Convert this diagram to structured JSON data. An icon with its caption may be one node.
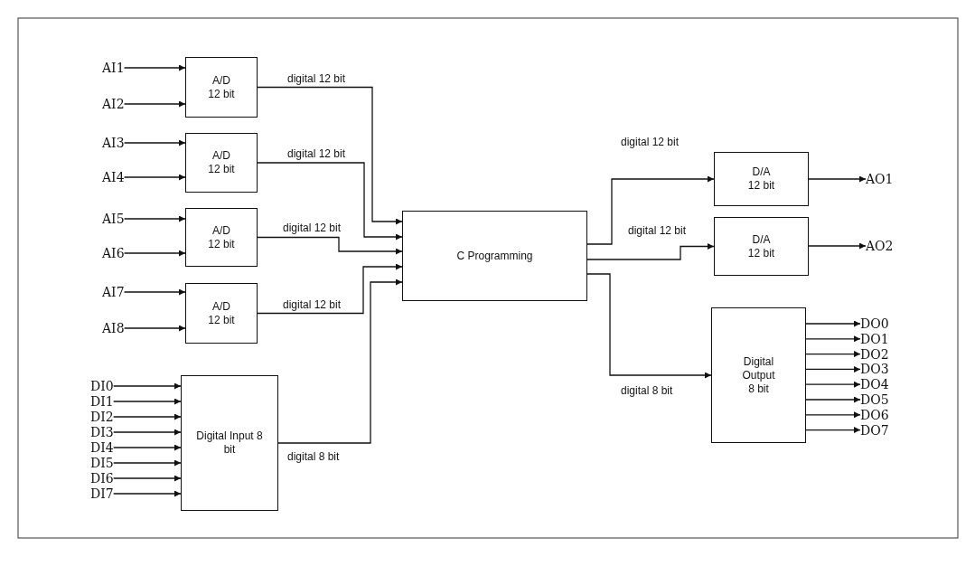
{
  "diagram": {
    "nodes": [
      {
        "text": [
          "AI1"
        ]
      },
      {
        "text": [
          "AI2"
        ]
      },
      {
        "text": [
          "A/D 12 bit"
        ]
      },
      {
        "text": [
          "AI3"
        ]
      },
      {
        "text": [
          "AI4"
        ]
      },
      {
        "text": [
          "A/D 12 bit"
        ]
      },
      {
        "text": [
          "AI5"
        ]
      },
      {
        "text": [
          "AI6"
        ]
      },
      {
        "text": [
          "A/D 12 bit"
        ]
      },
      {
        "text": [
          "AI7"
        ]
      },
      {
        "text": [
          "AI8"
        ]
      },
      {
        "text": [
          "A/D 12 bit"
        ]
      },
      {
        "text": [
          "DI0"
        ]
      },
      {
        "text": [
          "DI1"
        ]
      },
      {
        "text": [
          "DI2"
        ]
      },
      {
        "text": [
          "DI3"
        ]
      },
      {
        "text": [
          "DI4"
        ]
      },
      {
        "text": [
          "DI5"
        ]
      },
      {
        "text": [
          "DI6"
        ]
      },
      {
        "text": [
          "DI7"
        ]
      },
      {
        "text": [
          "Digital Input 8 bit"
        ]
      },
      {
        "text": [
          "C  Programming"
        ]
      },
      {
        "text": [
          "D/A 12 bit"
        ]
      },
      {
        "text": [
          "AO1"
        ]
      },
      {
        "text": [
          "D/A 12 bit"
        ]
      },
      {
        "text": [
          "AO2"
        ]
      },
      {
        "text": [
          "Digital Output 8 bit"
        ]
      },
      {
        "text": [
          "DO0"
        ]
      },
      {
        "text": [
          "DO1"
        ]
      },
      {
        "text": [
          "DO2"
        ]
      },
      {
        "text": [
          "DO3"
        ]
      },
      {
        "text": [
          "DO4"
        ]
      },
      {
        "text": [
          "DO5"
        ]
      },
      {
        "text": [
          "DO6"
        ]
      },
      {
        "text": [
          "DO7"
        ]
      }
    ],
    "edges": [
      {
        "from": 0,
        "to": 2,
        "arrow": "to"
      },
      {
        "from": 1,
        "to": 2,
        "arrow": "to"
      },
      {
        "from": 3,
        "to": 5,
        "arrow": "to"
      },
      {
        "from": 4,
        "to": 5,
        "arrow": "to"
      },
      {
        "from": 6,
        "to": 8,
        "arrow": "to"
      },
      {
        "from": 7,
        "to": 8,
        "arrow": "to"
      },
      {
        "from": 9,
        "to": 11,
        "arrow": "to"
      },
      {
        "from": 10,
        "to": 11,
        "arrow": "to"
      },
      {
        "from": 12,
        "to": 20,
        "arrow": "to"
      },
      {
        "from": 13,
        "to": 20,
        "arrow": "to"
      },
      {
        "from": 14,
        "to": 20,
        "arrow": "to"
      },
      {
        "from": 15,
        "to": 20,
        "arrow": "to"
      },
      {
        "from": 16,
        "to": 20,
        "arrow": "to"
      },
      {
        "from": 17,
        "to": 20,
        "arrow": "to"
      },
      {
        "from": 18,
        "to": 20,
        "arrow": "to"
      },
      {
        "from": 19,
        "to": 20,
        "arrow": "to"
      },
      {
        "from": 2,
        "to": 21,
        "arrow": "to",
        "label": "digital 12 bit"
      },
      {
        "from": 5,
        "to": 21,
        "arrow": "to",
        "label": "digital 12 bit"
      },
      {
        "from": 8,
        "to": 21,
        "arrow": "to",
        "label": "digital 12 bit"
      },
      {
        "from": 11,
        "to": 21,
        "arrow": "to",
        "label": "digital 12 bit"
      },
      {
        "from": 20,
        "to": 21,
        "arrow": "to",
        "label": "digital 8 bit"
      },
      {
        "from": 21,
        "to": 22,
        "arrow": "to",
        "label": "digital 12 bit"
      },
      {
        "from": 21,
        "to": 24,
        "arrow": "to",
        "label": "digital 12 bit"
      },
      {
        "from": 21,
        "to": 26,
        "arrow": "to",
        "label": "digital 8 bit"
      },
      {
        "from": 22,
        "to": 23,
        "arrow": "to"
      },
      {
        "from": 24,
        "to": 25,
        "arrow": "to"
      },
      {
        "from": 26,
        "to": 27,
        "arrow": "to"
      },
      {
        "from": 26,
        "to": 28,
        "arrow": "to"
      },
      {
        "from": 26,
        "to": 29,
        "arrow": "to"
      },
      {
        "from": 26,
        "to": 30,
        "arrow": "to"
      },
      {
        "from": 26,
        "to": 31,
        "arrow": "to"
      },
      {
        "from": 26,
        "to": 32,
        "arrow": "to"
      },
      {
        "from": 26,
        "to": 33,
        "arrow": "to"
      },
      {
        "from": 26,
        "to": 34,
        "arrow": "to"
      }
    ]
  }
}
